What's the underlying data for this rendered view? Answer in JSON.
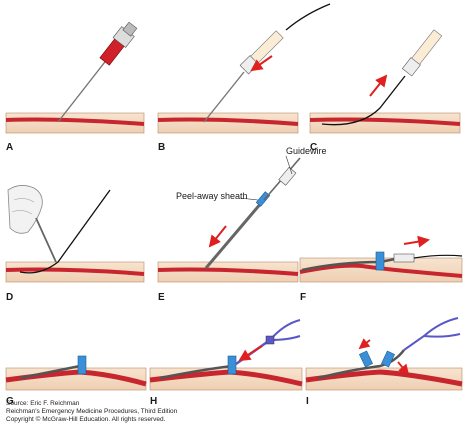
{
  "panels": [
    {
      "id": "A"
    },
    {
      "id": "B"
    },
    {
      "id": "C"
    },
    {
      "id": "D"
    },
    {
      "id": "E"
    },
    {
      "id": "F"
    },
    {
      "id": "G"
    },
    {
      "id": "H"
    },
    {
      "id": "I"
    }
  ],
  "callouts": {
    "guidewire": "Guidewire",
    "sheath": "Peel-away sheath"
  },
  "credit": {
    "line1": "Source: Eric F. Reichman",
    "line2": "Reichman's Emergency Medicine Procedures, Third Edition",
    "line3": "Copyright © McGraw-Hill Education. All rights reserved."
  },
  "colors": {
    "skin": "#f4dcc4",
    "skin_edge": "#b88a6a",
    "vessel": "#c8262e",
    "accent": "#e02020",
    "sheath_blue": "#3a8fd6",
    "catheter_purple": "#5a58c8"
  }
}
